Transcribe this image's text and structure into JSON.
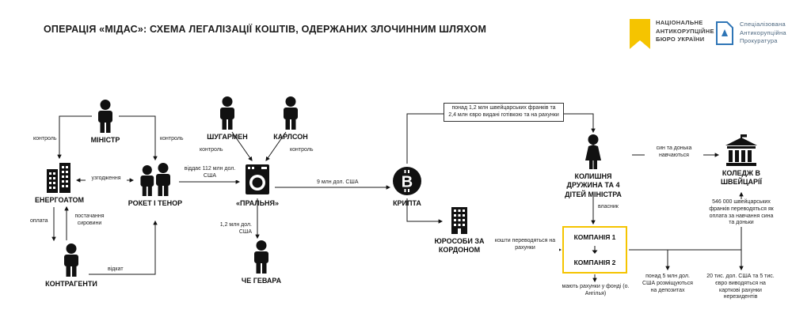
{
  "title": "ОПЕРАЦІЯ «МІДАС»: СХЕМА ЛЕГАЛІЗАЦІЇ КОШТІВ, ОДЕРЖАНИХ ЗЛОЧИННИМ ШЛЯХОМ",
  "colors": {
    "accent_yellow": "#F5C400",
    "accent_blue": "#2E75B6",
    "ink": "#111111"
  },
  "logos": {
    "nabu_line1": "НАЦІОНАЛЬНЕ",
    "nabu_line2": "АНТИКОРУПЦІЙНЕ",
    "nabu_line3": "БЮРО УКРАЇНИ",
    "sap_line1": "Спеціалізована",
    "sap_line2": "Антикорупційна",
    "sap_line3": "Прокуратура"
  },
  "nodes": {
    "minister": "МІНІСТР",
    "energoatom": "ЕНЕРГОАТОМ",
    "roket_tenor": "РОКЕТ І ТЕНОР",
    "kontragenty": "КОНТРАГЕНТИ",
    "shugarmen": "ШУГАРМЕН",
    "karlson": "КАРЛСОН",
    "pralnya": "«ПРАЛЬНЯ»",
    "che_gevara": "ЧЕ ГЕВАРА",
    "krypta": "КРИПТА",
    "yurosoby": "ЮРОСОБИ ЗА КОРДОНОМ",
    "ex_wife": "КОЛИШНЯ ДРУЖИНА ТА 4 ДІТЕЙ МІНІСТРА",
    "company1": "КОМПАНІЯ 1",
    "company2": "КОМПАНІЯ 2",
    "college": "КОЛЕДЖ В ШВЕЙЦАРІЇ"
  },
  "edges": {
    "minister_energoatom": "контроль",
    "minister_roket": "контроль",
    "energoatom_roket": "узгодження",
    "energoatom_kontragenty_pay": "оплата",
    "kontragenty_energoatom_supply": "постачання сировини",
    "kontragenty_roket": "відкат",
    "roket_pralnya": "віддає 112 млн дол. США",
    "shugarmen_pralnya": "контроль",
    "karlson_pralnya": "контроль",
    "pralnya_che": "1,2 млн дол. США",
    "pralnya_krypta": "9 млн дол. США",
    "krypta_wife": "понад 1,2 млн швейцарських франків та 2,4 млн євро видані готівкою та на рахунки",
    "wife_college": "син та донька навчаються",
    "wife_company": "власник",
    "yurosoby_company": "кошти переводяться на рахунки",
    "company_fund": "мають рахунки у фонді (о. Ангілья)",
    "company_deposit": "понад 5 млн дол. США розміщуються на депозитах",
    "company_cards": "20 тис. дол. США та 5 тис. євро виводяться на карткові рахунки нерезидентів",
    "college_tuition": "546 000 швейцарських франків переводяться як оплата за навчання сина та доньки"
  }
}
